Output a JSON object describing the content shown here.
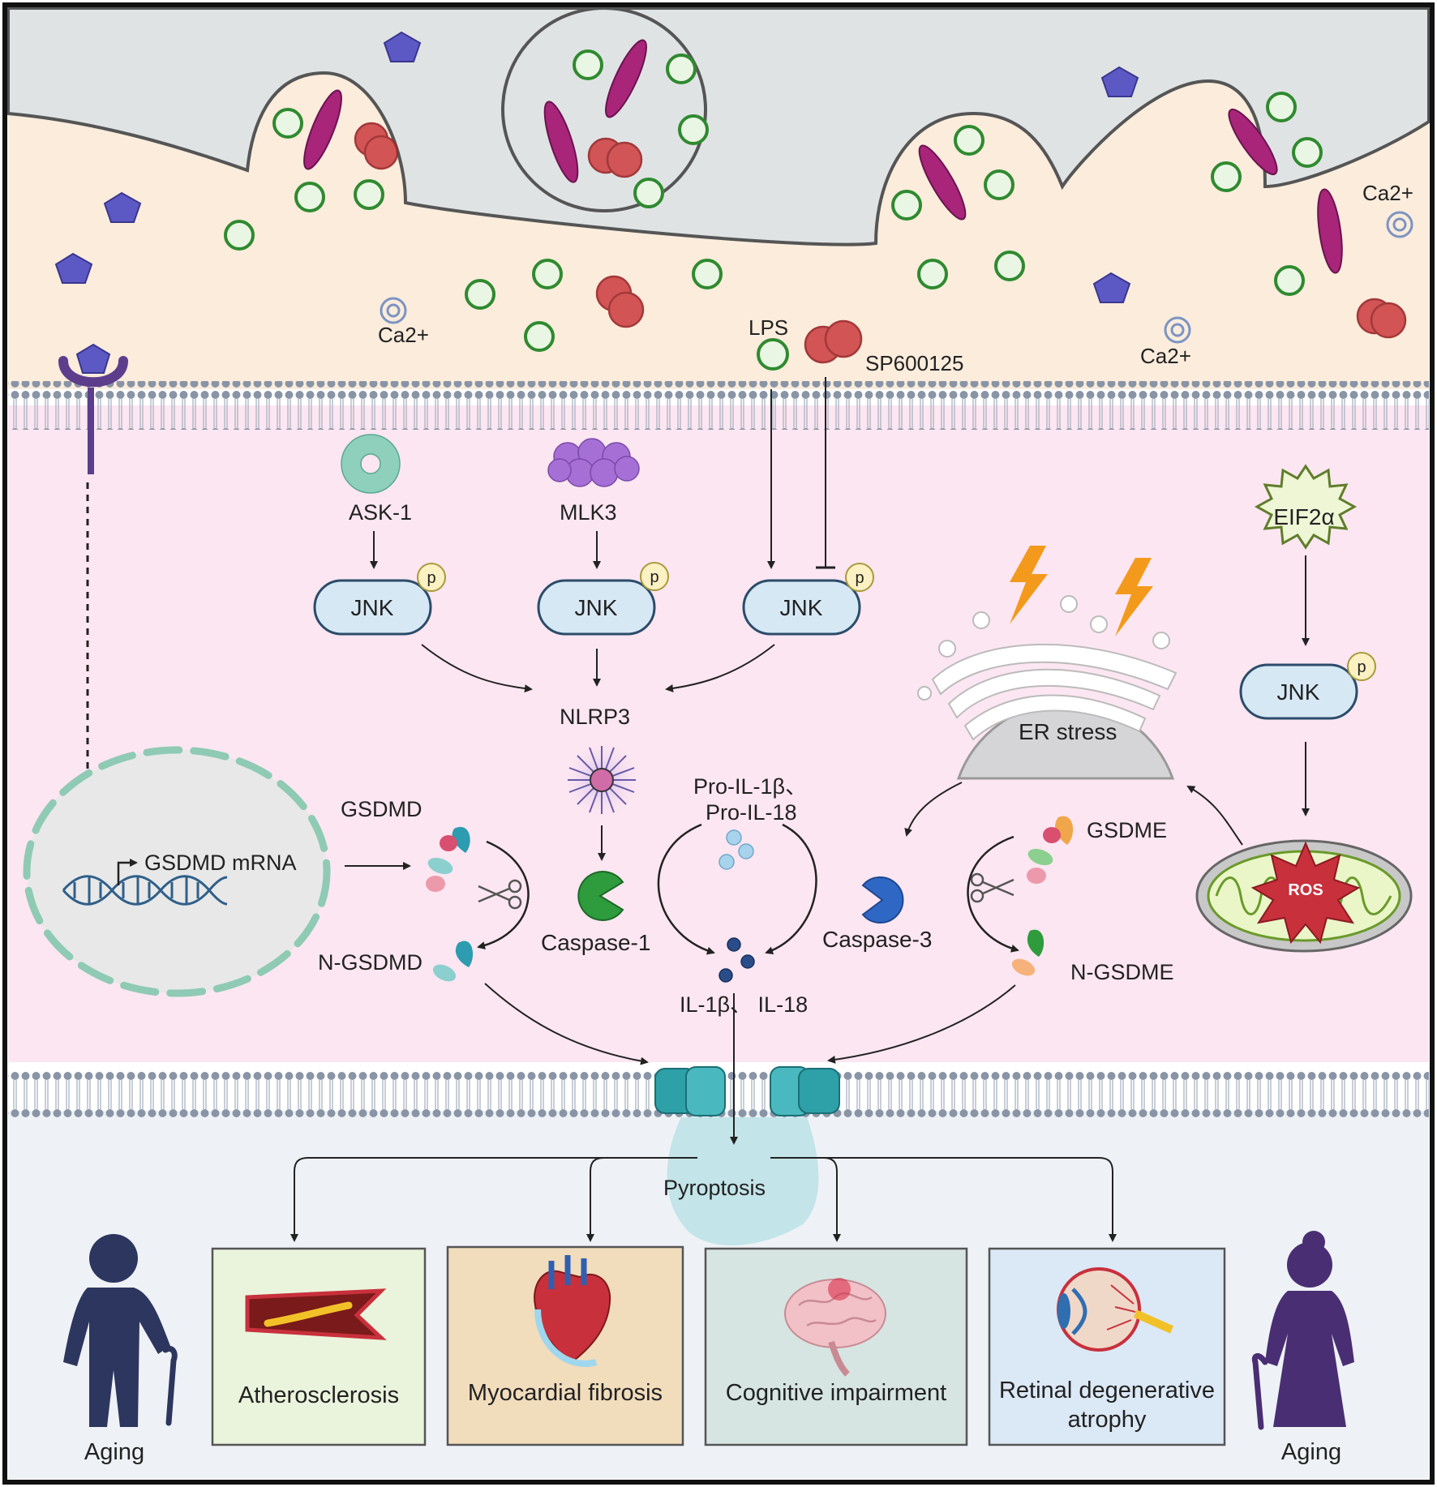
{
  "extracellular": {
    "ca_labels": [
      "Ca2+",
      "Ca2+",
      "Ca2+"
    ],
    "lps": "LPS",
    "sp600125": "SP600125"
  },
  "pathway": {
    "ask1": "ASK-1",
    "mlk3": "MLK3",
    "jnk": "JNK",
    "p": "p",
    "nlrp3": "NLRP3",
    "eif2a": "EIF2α",
    "er_stress": "ER stress",
    "ros": "ROS",
    "gsdmd": "GSDMD",
    "gsdmd_mrna": "GSDMD mRNA",
    "n_gsdmd": "N-GSDMD",
    "caspase1": "Caspase-1",
    "pro_il_line1": "Pro-IL-1β、",
    "pro_il_line2": "Pro-IL-18",
    "il": "IL-1β、 IL-18",
    "caspase3": "Caspase-3",
    "gsdme": "GSDME",
    "n_gsdme": "N-GSDME",
    "pyroptosis": "Pyroptosis"
  },
  "outcomes": {
    "atherosclerosis": "Atherosclerosis",
    "myocardial": "Myocardial fibrosis",
    "cognitive": "Cognitive impairment",
    "retinal_line1": "Retinal degenerative",
    "retinal_line2": "atrophy",
    "aging_left": "Aging",
    "aging_right": "Aging"
  },
  "colors": {
    "extracellular": "#fbecdc",
    "cytoplasm": "#fce6f1",
    "outside_bottom": "#eef2f6",
    "jnk_fill": "#d7e8f5",
    "jnk_stroke": "#2b4c6a",
    "caspase1": "#2e9b3c",
    "caspase3": "#2f68c4",
    "ros": "#c8303c",
    "aging_left": "#2c365e",
    "aging_right": "#4a2e73"
  }
}
